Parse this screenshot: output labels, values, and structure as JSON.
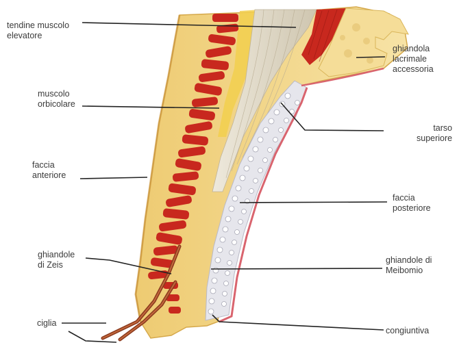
{
  "diagram": {
    "labels": {
      "tendine": "tendine muscolo\nelevatore",
      "orbicolare": "muscolo\norbicolare",
      "faccia_anteriore": "faccia\nanteriore",
      "zeis": "ghiandole\ndi Zeis",
      "ciglia": "ciglia",
      "lacrimale": "ghiandola\nlacrimale\naccessoria",
      "tarso": "tarso\nsuperiore",
      "faccia_posteriore": "faccia\nposteriore",
      "meibomio": "ghiandole di\nMeibomio",
      "congiuntiva": "congiuntiva"
    },
    "colors": {
      "skin": "#f3d58a",
      "fat": "#f7e3a6",
      "muscle": "#c8281e",
      "tarsus": "#e9e9ee",
      "conjunctiva": "#d9646e",
      "tendon": "#ddd6c4",
      "label_text": "#3a3a3a",
      "leader": "#222222"
    }
  }
}
